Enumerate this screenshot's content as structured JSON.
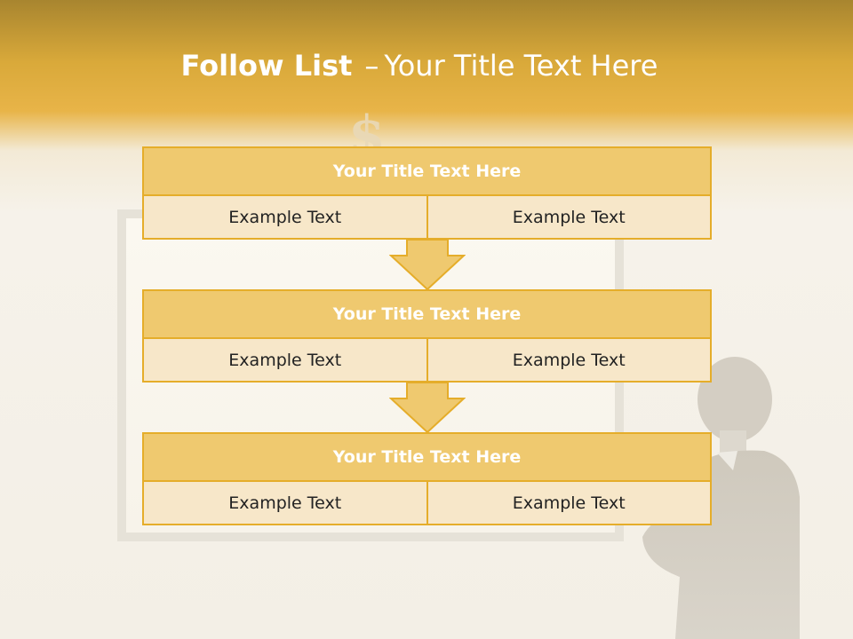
{
  "slide": {
    "title_bold": "Follow List",
    "title_dash": "–",
    "title_rest": "Your Title Text Here"
  },
  "blocks": [
    {
      "header": "Your Title Text Here",
      "left": "Example Text",
      "right": "Example Text"
    },
    {
      "header": "Your Title Text Here",
      "left": "Example Text",
      "right": "Example Text"
    },
    {
      "header": "Your Title Text Here",
      "left": "Example Text",
      "right": "Example Text"
    }
  ],
  "colors": {
    "accent": "#e5ad2a",
    "header_fill": "#efc96f",
    "cell_fill": "#f7e7c9"
  },
  "decor": {
    "dollar_icon": "dollar-sign-icon",
    "person_image": "businessman-silhouette"
  }
}
